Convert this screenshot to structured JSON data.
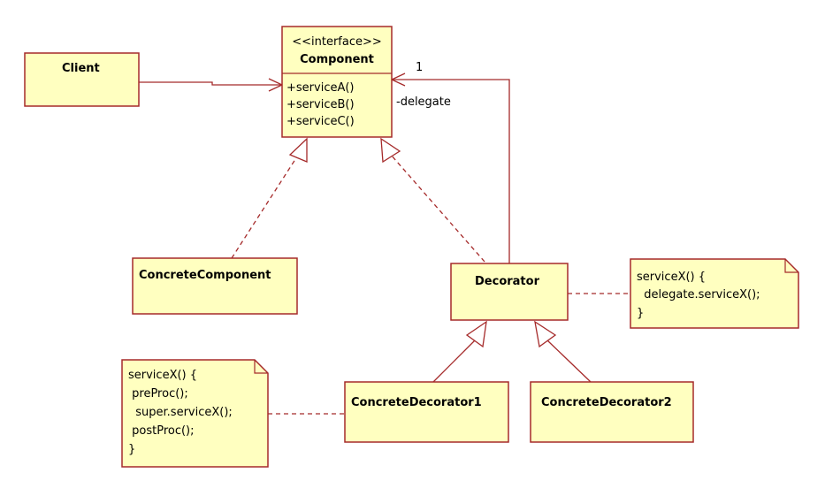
{
  "colors": {
    "fill": "#ffffc0",
    "stroke": "#a52a2a"
  },
  "classes": {
    "client": {
      "name": "Client"
    },
    "component": {
      "stereotype": "<<interface>>",
      "name": "Component",
      "operations": [
        "+serviceA()",
        "+serviceB()",
        "+serviceC()"
      ]
    },
    "concrete_component": {
      "name": "ConcreteComponent"
    },
    "decorator": {
      "name": "Decorator"
    },
    "concrete_decorator1": {
      "name": "ConcreteDecorator1"
    },
    "concrete_decorator2": {
      "name": "ConcreteDecorator2"
    }
  },
  "association": {
    "multiplicity": "1",
    "role": "-delegate"
  },
  "notes": {
    "decorator_note": [
      "serviceX() {",
      "  delegate.serviceX();",
      "}"
    ],
    "decorator1_note": [
      "serviceX() {",
      " preProc();",
      "  super.serviceX();",
      " postProc();",
      "}"
    ]
  }
}
